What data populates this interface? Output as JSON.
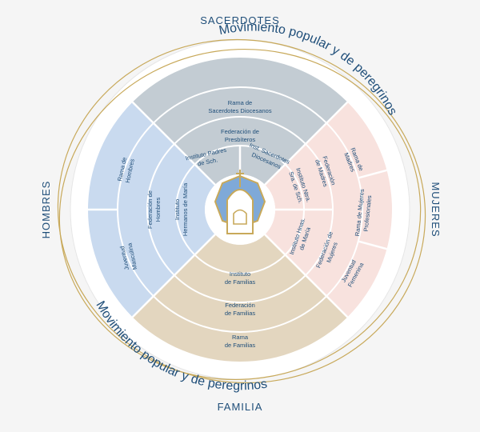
{
  "outer_labels": {
    "top": "SACERDOTES",
    "left": "HOMBRES",
    "right": "MUJERES",
    "bottom": "FAMILIA"
  },
  "movement_text": "Movimiento popular y de peregrinos",
  "segments": {
    "sacerdotes": {
      "outer": [
        "Rama de",
        "Sacerdotes Diocesanos"
      ],
      "middle": [
        "Federación de",
        "Presbíteros"
      ],
      "inner_left": [
        "Instituto Padres",
        "de Sch."
      ],
      "inner_right": [
        "Inst. Sacerdotes",
        "Diocesanos"
      ]
    },
    "hombres": {
      "outer_top": [
        "Rama de",
        "Hombres"
      ],
      "outer_bottom": [
        "Juventud",
        "Masculina"
      ],
      "middle": [
        "Federación de",
        "Hombres"
      ],
      "inner": [
        "Instituto",
        "Hermanos de María"
      ]
    },
    "mujeres": {
      "outer_top": [
        "Rama de",
        "Madres"
      ],
      "outer_mid": [
        "Rama de Mujeres",
        "Profesionales"
      ],
      "outer_bottom": [
        "Juventud",
        "Femenina"
      ],
      "middle_top": [
        "Federación",
        "de Madres"
      ],
      "middle_bottom": [
        "Federación de",
        "Mujeres"
      ],
      "inner_top": [
        "Instituto Ntra.",
        "Sra. de Sch."
      ],
      "inner_bottom": [
        "Instituto Hnas.",
        "de María"
      ]
    },
    "familia": {
      "inner": [
        "Instituto",
        "de Familias"
      ],
      "middle": [
        "Federación",
        "de Familias"
      ],
      "outer": [
        "Rama",
        "de Familias"
      ]
    }
  },
  "colors": {
    "sacerdotes": "#c3ccd3",
    "hombres": "#c9daef",
    "mujeres": "#f8e2de",
    "familia": "#e3d6bf",
    "text": "#1f4e79",
    "gold": "#c8a95a",
    "emblem_blue": "#7fa9d8"
  }
}
